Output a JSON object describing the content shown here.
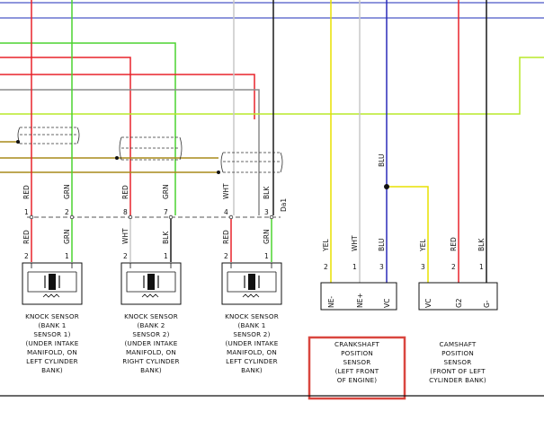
{
  "colors": {
    "red": "#e8232b",
    "green": "#4cd430",
    "yellow": "#e8e000",
    "blue": "#2a2ab8",
    "gray": "#8c8c8c",
    "white_wire": "#c8c8c8",
    "black": "#1a1a1a",
    "lime": "#b8e82a",
    "olive": "#a88a1a",
    "highlight": "#d9463f"
  },
  "connector_label": "Da1",
  "knock_sensors": [
    {
      "id": "ks1",
      "top_wires": [
        {
          "pin": "1",
          "color": "RED"
        },
        {
          "pin": "2",
          "color": "GRN"
        }
      ],
      "bottom_wires": [
        {
          "pin": "2",
          "color": "RED"
        },
        {
          "pin": "1",
          "color": "GRN"
        }
      ],
      "caption": [
        "KNOCK SENSOR",
        "(BANK 1",
        "SENSOR 1)",
        "(UNDER INTAKE",
        "MANIFOLD, ON",
        "LEFT CYLINDER",
        "BANK)"
      ]
    },
    {
      "id": "ks2",
      "top_wires": [
        {
          "pin": "8",
          "color": "RED"
        },
        {
          "pin": "7",
          "color": "GRN"
        }
      ],
      "bottom_wires": [
        {
          "pin": "2",
          "color": "WHT"
        },
        {
          "pin": "1",
          "color": "BLK"
        }
      ],
      "caption": [
        "KNOCK SENSOR",
        "(BANK 2",
        "SENSOR 2)",
        "(UNDER INTAKE",
        "MANIFOLD, ON",
        "RIGHT CYLINDER",
        "BANK)"
      ]
    },
    {
      "id": "ks3",
      "top_wires": [
        {
          "pin": "4",
          "color": "WHT"
        },
        {
          "pin": "3",
          "color": "BLK"
        }
      ],
      "bottom_wires": [
        {
          "pin": "2",
          "color": "RED"
        },
        {
          "pin": "1",
          "color": "GRN"
        }
      ],
      "caption": [
        "KNOCK SENSOR",
        "(BANK 1",
        "SENSOR 2)",
        "(UNDER INTAKE",
        "MANIFOLD, ON",
        "LEFT CYLINDER",
        "BANK)"
      ]
    }
  ],
  "crankshaft_sensor": {
    "wires": [
      {
        "pin": "2",
        "color": "YEL"
      },
      {
        "pin": "1",
        "color": "WHT"
      },
      {
        "pin": "3",
        "color": "BLU"
      }
    ],
    "terminals": [
      "NE-",
      "NE+",
      "VC"
    ],
    "caption": [
      "CRANKSHAFT",
      "POSITION",
      "SENSOR",
      "(LEFT FRONT",
      "OF ENGINE)"
    ]
  },
  "camshaft_sensor": {
    "top_wire_label": "BLU",
    "wires": [
      {
        "pin": "3",
        "color": "YEL"
      },
      {
        "pin": "2",
        "color": "RED"
      },
      {
        "pin": "1",
        "color": "BLK"
      }
    ],
    "terminals": [
      "VC",
      "G2",
      "G-"
    ],
    "caption": [
      "CAMSHAFT",
      "POSITION",
      "SENSOR",
      "(FRONT OF LEFT",
      "CYLINDER BANK)"
    ]
  }
}
